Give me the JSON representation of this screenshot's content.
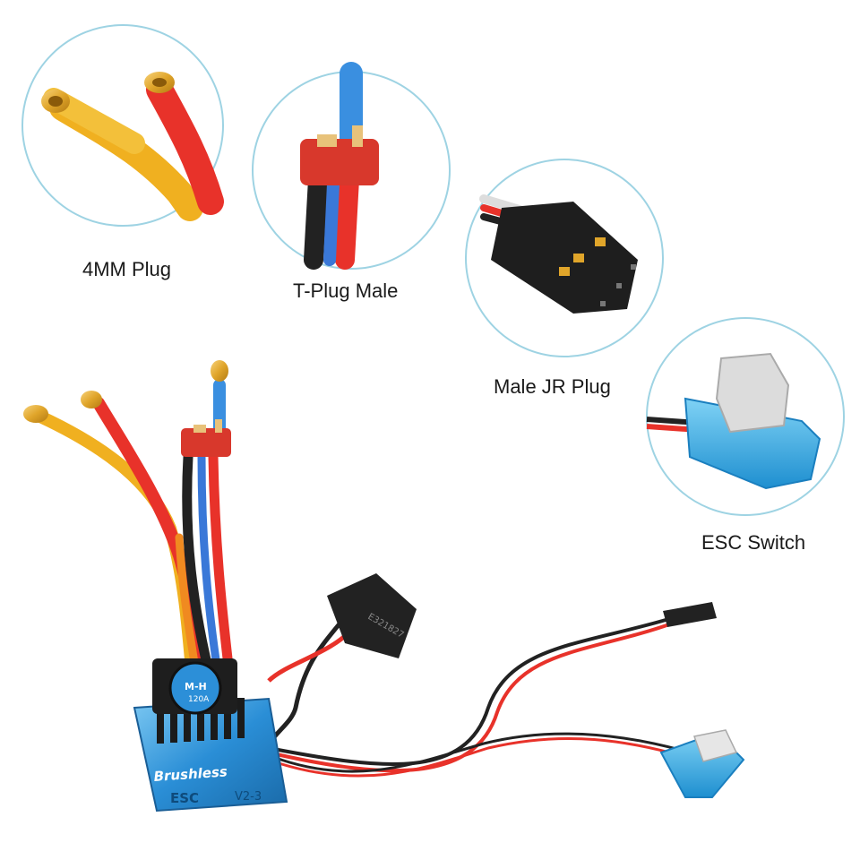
{
  "callouts": [
    {
      "id": "4mm-plug",
      "label": "4MM Plug"
    },
    {
      "id": "t-plug-male",
      "label": "T-Plug Male"
    },
    {
      "id": "male-jr-plug",
      "label": "Male JR Plug"
    },
    {
      "id": "esc-switch",
      "label": "ESC Switch"
    }
  ],
  "esc": {
    "fan_text": "M-H",
    "rating_text": "120A",
    "brand_text": "Brushless",
    "model_text": "ESC",
    "version_text": "V2-3",
    "capacitor_text": "E321827"
  },
  "colors": {
    "ring": "#9ed3e3",
    "esc_blue": "#3aa0e0",
    "wire_red": "#e8322a",
    "wire_yellow": "#f0b020",
    "wire_blue": "#3a78d8",
    "wire_black": "#222222",
    "plug_gold": "#e8b030",
    "tplug_red": "#d8382c",
    "switch_blue": "#3db0ea"
  }
}
